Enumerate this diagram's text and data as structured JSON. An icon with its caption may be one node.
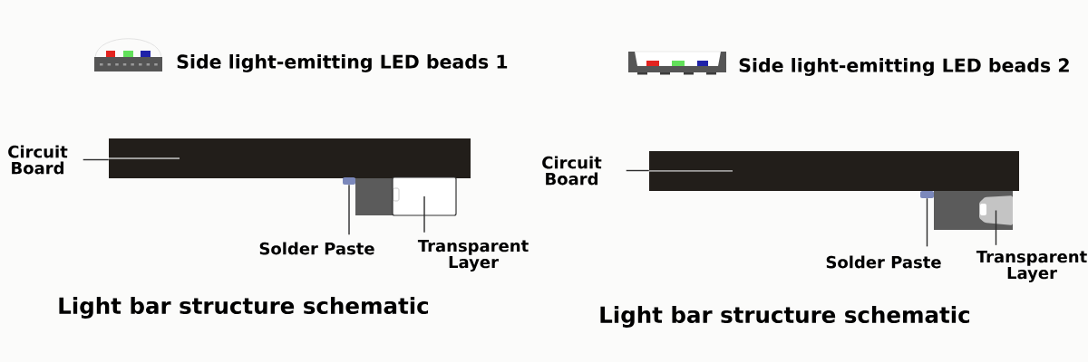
{
  "diagram": {
    "nodes": [
      {
        "text": [
          "Circuit Board"
        ]
      },
      {
        "text": [],
        "shape": "bar"
      },
      {
        "text": [],
        "shape": "box"
      },
      {
        "text": [],
        "shape": "box"
      },
      {
        "text": [
          "Solder Paste"
        ]
      },
      {
        "text": [
          "Transparent Layer"
        ]
      },
      {
        "text": [
          "Circuit Board"
        ]
      },
      {
        "text": [],
        "shape": "bar"
      },
      {
        "text": [],
        "shape": "box"
      },
      {
        "text": [],
        "shape": "box"
      },
      {
        "text": [
          "Solder Paste"
        ]
      },
      {
        "text": [
          "Transparent Layer"
        ]
      }
    ],
    "edges": [
      {
        "from": 0,
        "to": 1,
        "arrow": "none"
      },
      {
        "from": 4,
        "to": 2,
        "arrow": "none"
      },
      {
        "from": 5,
        "to": 3,
        "arrow": "none"
      },
      {
        "from": 6,
        "to": 7,
        "arrow": "none"
      },
      {
        "from": 10,
        "to": 8,
        "arrow": "none"
      },
      {
        "from": 11,
        "to": 9,
        "arrow": "none"
      }
    ],
    "labels": [
      "Side light-emitting LED beads 1",
      "Side light-emitting LED beads 2",
      "Light bar structure schematic",
      "Light bar structure schematic"
    ]
  }
}
